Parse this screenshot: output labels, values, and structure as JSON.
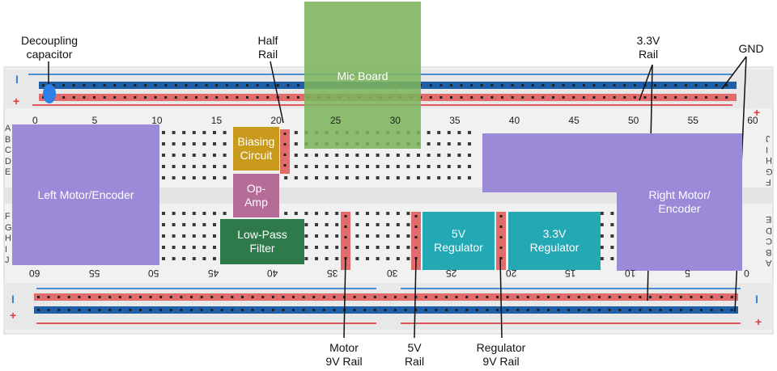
{
  "annotations": {
    "decoupling": "Decoupling\ncapacitor",
    "half_rail": "Half\nRail",
    "rail_33v": "3.3V\nRail",
    "gnd": "GND",
    "motor_9v": "Motor\n9V Rail",
    "rail_5v": "5V\nRail",
    "reg_9v": "Regulator\n9V Rail"
  },
  "blocks": {
    "mic_board": "Mic Board",
    "biasing": "Biasing\nCircuit",
    "op_amp": "Op-\nAmp",
    "low_pass": "Low-Pass\nFilter",
    "left_motor": "Left Motor/Encoder",
    "right_motor": "Right Motor/\nEncoder",
    "reg_5v": "5V\nRegulator",
    "reg_33v": "3.3V\nRegulator"
  },
  "top_numbers": [
    "0",
    "5",
    "10",
    "15",
    "20",
    "25",
    "30",
    "35",
    "40",
    "45",
    "50",
    "55",
    "60"
  ],
  "bottom_numbers": [
    "60",
    "55",
    "50",
    "45",
    "40",
    "35",
    "30",
    "25",
    "20",
    "15",
    "10",
    "5",
    "0"
  ],
  "rows_left_top": [
    "A",
    "B",
    "C",
    "D",
    "E"
  ],
  "rows_left_bottom": [
    "F",
    "G",
    "H",
    "I",
    "J"
  ],
  "rows_right_top": [
    "J",
    "I",
    "H",
    "G",
    "F"
  ],
  "rows_right_bottom": [
    "E",
    "D",
    "C",
    "B",
    "A"
  ],
  "rail_signs": {
    "minus": "I",
    "plus": "+"
  },
  "colors": {
    "red_rail": "#e26b6b",
    "blue_rail": "#1f5fa8",
    "purple": "#9a8ad8",
    "green": "#7cb45c",
    "gold": "#c99a1c",
    "mauve": "#b56d98",
    "dark_green": "#2e7a4a",
    "teal": "#22a9b4",
    "cap": "#2f7fe8"
  }
}
